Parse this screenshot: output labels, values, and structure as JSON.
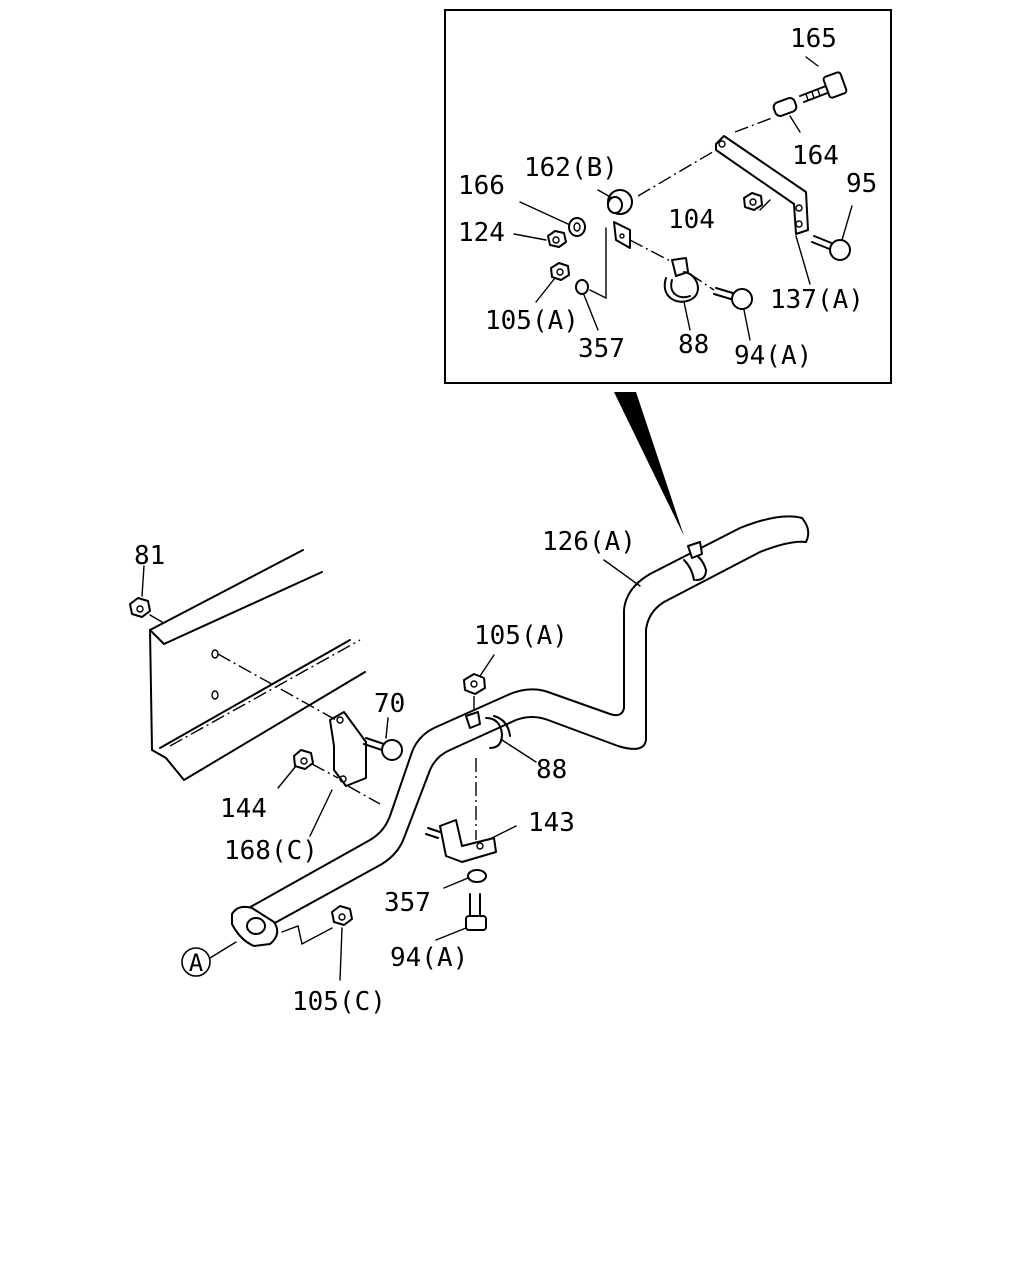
{
  "callouts": {
    "c165": "165",
    "c164": "164",
    "c162b": "162(B)",
    "c166": "166",
    "c95": "95",
    "c104": "104",
    "c124": "124",
    "c137a": "137(A)",
    "c105a_inset": "105(A)",
    "c357_inset": "357",
    "c88_inset": "88",
    "c94a_inset": "94(A)",
    "c126a": "126(A)",
    "c81": "81",
    "c105a": "105(A)",
    "c70": "70",
    "c88": "88",
    "c144": "144",
    "c143": "143",
    "c168c": "168(C)",
    "c357": "357",
    "c94a": "94(A)",
    "c105c": "105(C)",
    "ref_a": "A"
  }
}
